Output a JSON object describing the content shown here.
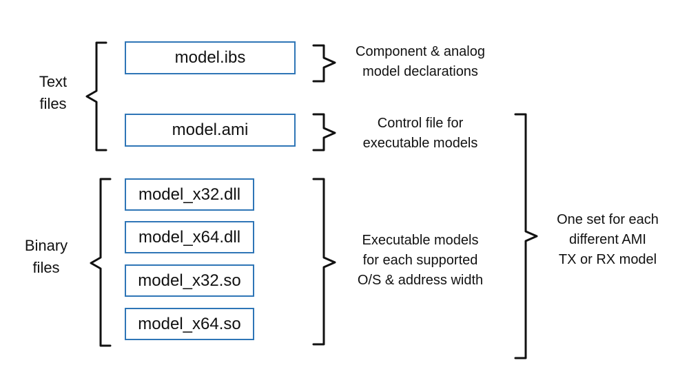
{
  "groups": {
    "text_files": "Text\nfiles",
    "binary_files": "Binary\nfiles"
  },
  "files": [
    "model.ibs",
    "model.ami",
    "model_x32.dll",
    "model_x64.dll",
    "model_x32.so",
    "model_x64.so"
  ],
  "descriptions": {
    "ibs": "Component & analog\nmodel declarations",
    "ami": "Control file for\nexecutable models",
    "executables": "Executable models\nfor each supported\nO/S & address width",
    "set": "One set for each\ndifferent AMI\nTX or RX model"
  },
  "colors": {
    "box_border": "#2e75b6",
    "text": "#111111"
  }
}
